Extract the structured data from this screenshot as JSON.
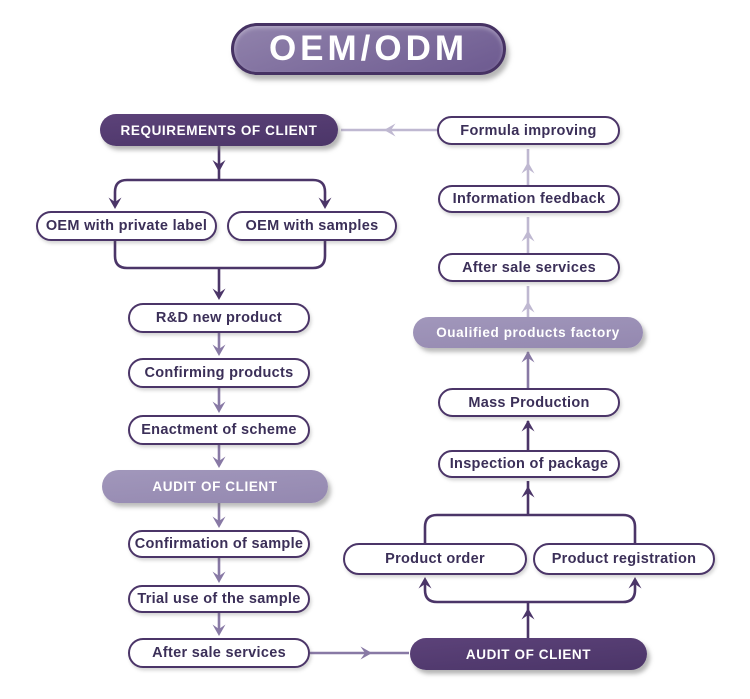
{
  "title": "OEM/ODM",
  "colors": {
    "dark_purple": "#4b3568",
    "medium_purple": "#9488b0",
    "arrow_medium": "#8879a5",
    "arrow_light": "#bfb8d1",
    "text_dark": "#3b2f58",
    "title_gradient_top": "#9183ac",
    "title_gradient_bottom": "#6d5a90"
  },
  "nodes": {
    "requirements": "REQUIREMENTS OF CLIENT",
    "oem_private_label": "OEM with private label",
    "oem_samples": "OEM with samples",
    "rd_new_product": "R&D new product",
    "confirming_products": "Confirming products",
    "enactment_scheme": "Enactment of scheme",
    "audit_left": "AUDIT OF CLIENT",
    "confirmation_sample": "Confirmation of sample",
    "trial_use": "Trial use of the sample",
    "after_sale_left": "After sale services",
    "audit_right": "AUDIT OF CLIENT",
    "product_order": "Product order",
    "product_registration": "Product registration",
    "inspection_package": "Inspection of package",
    "mass_production": "Mass Production",
    "qualified_factory": "Oualified products factory",
    "after_sale_right": "After sale services",
    "information_feedback": "Information feedback",
    "formula_improving": "Formula improving"
  }
}
